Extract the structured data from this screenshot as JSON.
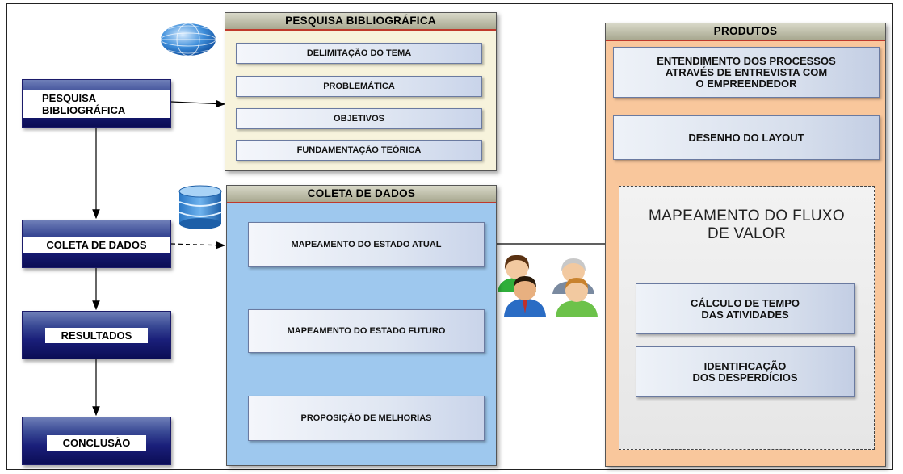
{
  "steps": {
    "pesquisa": [
      "PESQUISA",
      "BIBLIOGRÁFICA"
    ],
    "coleta": "COLETA DE DADOS",
    "resultados": "RESULTADOS",
    "conclusao": "CONCLUSÃO"
  },
  "pesquisa_panel": {
    "title": "PESQUISA BIBLIOGRÁFICA",
    "items": [
      "DELIMITAÇÃO DO TEMA",
      "PROBLEMÁTICA",
      "OBJETIVOS",
      "FUNDAMENTAÇÃO TEÓRICA"
    ]
  },
  "coleta_panel": {
    "title": "COLETA DE DADOS",
    "items": [
      "MAPEAMENTO DO ESTADO ATUAL",
      "MAPEAMENTO DO ESTADO FUTURO",
      "PROPOSIÇÃO DE MELHORIAS"
    ]
  },
  "produtos_panel": {
    "title": "PRODUTOS",
    "entendimento": [
      "ENTENDIMENTO DOS PROCESSOS",
      "ATRAVÉS DE ENTREVISTA COM",
      "O EMPREENDEDOR"
    ],
    "desenho": "DESENHO DO LAYOUT",
    "mapeamento": [
      "MAPEAMENTO DO FLUXO",
      "DE VALOR"
    ],
    "calculo": [
      "CÁLCULO DE TEMPO",
      "DAS ATIVIDADES"
    ],
    "identificacao": [
      "IDENTIFICAÇÃO",
      "DOS DESPERDÍCIOS"
    ]
  },
  "icons": [
    "globe-icon",
    "database-icon",
    "people-icon"
  ],
  "colors": {
    "step_navy": "#0b0d55",
    "pesquisa_bg": "#f7f3dc",
    "coleta_bg": "#9ec8ee",
    "produtos_bg": "#f9c79c",
    "header_accent": "#c0392b"
  }
}
